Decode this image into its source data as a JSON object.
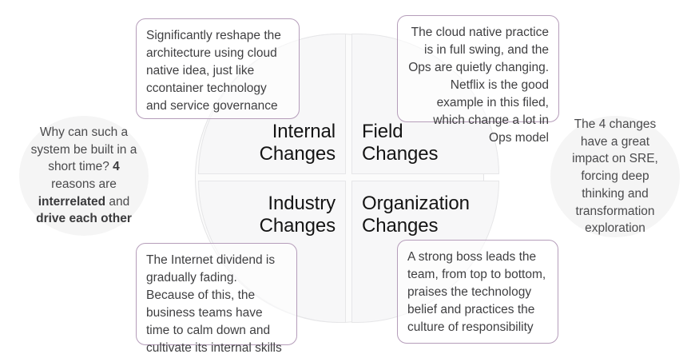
{
  "diagram": {
    "type": "four-quadrant-wheel",
    "accent_border_color": "#b59dba",
    "quadrant_fill_color": "#f7f7f8",
    "side_circle_fill_color": "#f5f5f5",
    "text_color": "#3f3f41",
    "heading_color": "#141414"
  },
  "quadrants": [
    {
      "id": "internal-changes",
      "label": "Internal\nChanges",
      "description": "Significantly reshape the architecture using cloud native idea, just like  ccontainer technology and service governance"
    },
    {
      "id": "field-changes",
      "label": "Field\nChanges",
      "description": "The cloud native practice is in full swing, and the Ops are quietly changing. Netflix is the good example in this filed, which change a lot in Ops model"
    },
    {
      "id": "industry-changes",
      "label": "Industry\nChanges",
      "description": "The Internet dividend is gradually fading. Because of this, the business teams have time to calm down and cultivate its internal skills"
    },
    {
      "id": "organization-changes",
      "label": "Organization\nChanges",
      "description": "A strong boss leads the team, from top to bottom, praises the technology belief and practices the culture of responsibility"
    }
  ],
  "side_notes": {
    "left": {
      "id": "left-question-circle",
      "segments": [
        {
          "text": "Why can such a system be built in a short time? ",
          "bold": false
        },
        {
          "text": "4",
          "bold": true
        },
        {
          "text": " reasons are ",
          "bold": false
        },
        {
          "text": "interrelated",
          "bold": true
        },
        {
          "text": " and ",
          "bold": false
        },
        {
          "text": "drive each other",
          "bold": true
        }
      ],
      "plain": "Why can such a system be built in a short time? 4 reasons are interrelated and drive each other"
    },
    "right": {
      "id": "right-impact-circle",
      "segments": [
        {
          "text": "The 4 changes have a great impact on SRE, forcing deep thinking and transformation exploration",
          "bold": false
        }
      ],
      "plain": "The 4 changes have a great impact on SRE, forcing deep thinking and transformation exploration"
    }
  }
}
